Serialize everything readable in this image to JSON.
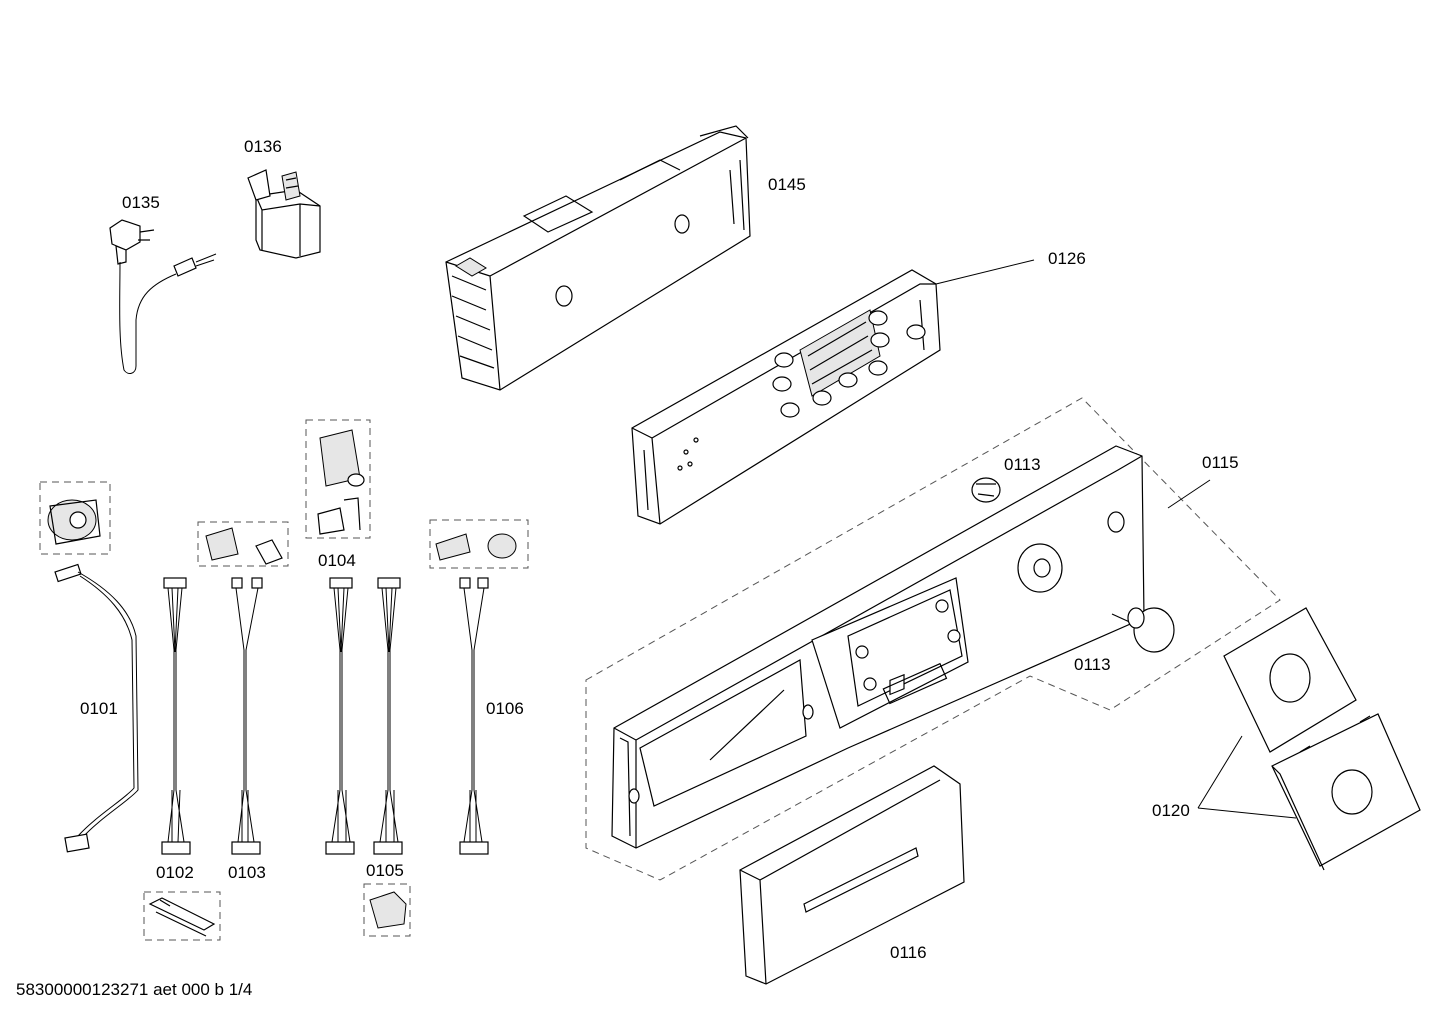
{
  "labels": {
    "p0135": "0135",
    "p0136": "0136",
    "p0145": "0145",
    "p0126": "0126",
    "p0113a": "0113",
    "p0113b": "0113",
    "p0115": "0115",
    "p0101": "0101",
    "p0102": "0102",
    "p0103": "0103",
    "p0104": "0104",
    "p0105": "0105",
    "p0106": "0106",
    "p0116": "0116",
    "p0120": "0120"
  },
  "footer": "58300000123271 aet 000 b 1/4"
}
